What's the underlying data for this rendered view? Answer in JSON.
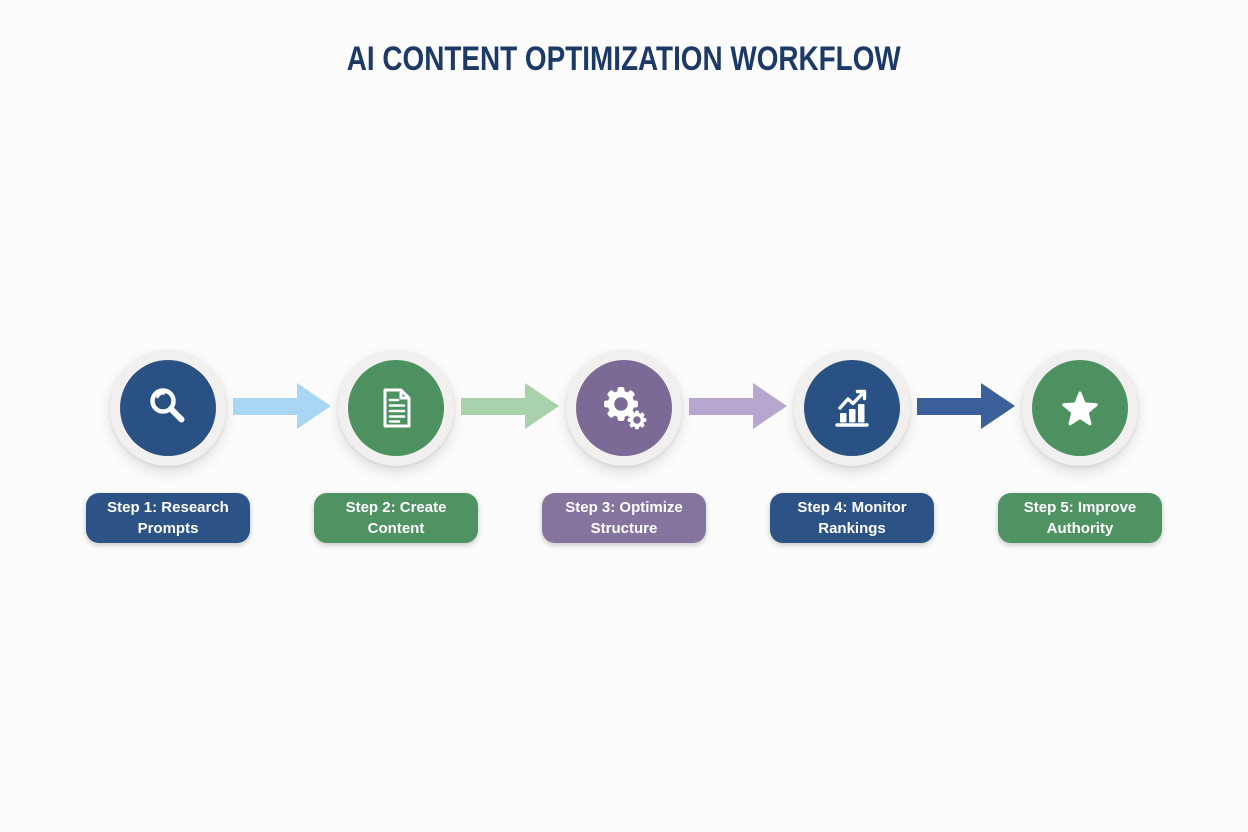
{
  "title": {
    "text": "AI CONTENT OPTIMIZATION WORKFLOW",
    "color": "#1d3a67"
  },
  "steps": [
    {
      "line1": "Step 1: Research",
      "line2": "Prompts",
      "icon": "magnifier-icon",
      "circle_color": "#295183",
      "label_bg": "#2d5386"
    },
    {
      "line1": "Step 2: Create",
      "line2": "Content",
      "icon": "document-icon",
      "circle_color": "#4d9161",
      "label_bg": "#4f9363"
    },
    {
      "line1": "Step 3: Optimize",
      "line2": "Structure",
      "icon": "gears-icon",
      "circle_color": "#7b6a96",
      "label_bg": "#84749e"
    },
    {
      "line1": "Step 4: Monitor",
      "line2": "Rankings",
      "icon": "bar-chart-icon",
      "circle_color": "#295183",
      "label_bg": "#2d5386"
    },
    {
      "line1": "Step 5: Improve",
      "line2": "Authority",
      "icon": "star-icon",
      "circle_color": "#4d9161",
      "label_bg": "#4f9363"
    }
  ],
  "arrows": [
    {
      "color": "#a9d6f2"
    },
    {
      "color": "#a9d1ac"
    },
    {
      "color": "#b7a7d0"
    },
    {
      "color": "#3b5f99"
    }
  ]
}
